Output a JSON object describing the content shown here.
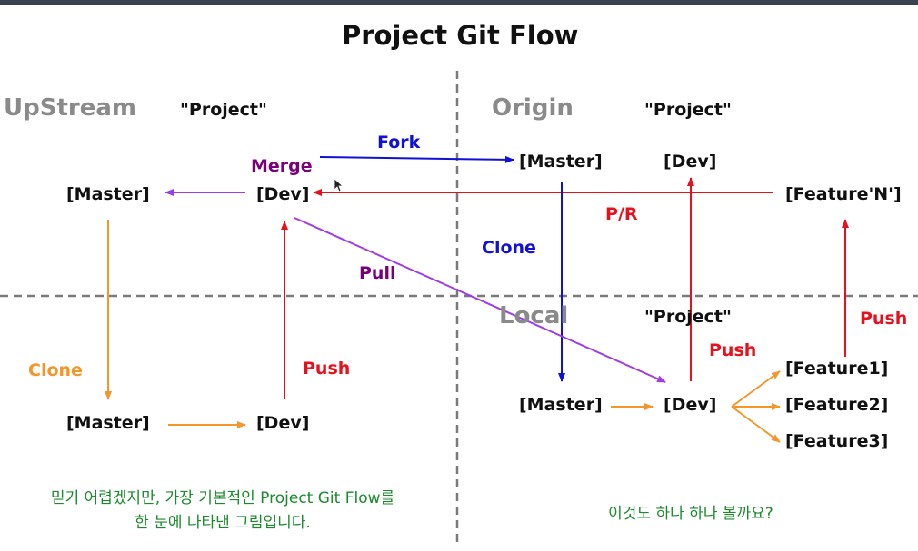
{
  "title": "Project Git Flow",
  "zones": {
    "upstream": "UpStream",
    "origin": "Origin",
    "local": "Local"
  },
  "project_labels": {
    "upstream": "\"Project\"",
    "origin": "\"Project\"",
    "local": "\"Project\""
  },
  "nodes": {
    "upstream_master": "[Master]",
    "upstream_dev": "[Dev]",
    "upstream_local_master": "[Master]",
    "upstream_local_dev": "[Dev]",
    "origin_master": "[Master]",
    "origin_dev": "[Dev]",
    "origin_feature_n": "[Feature'N']",
    "local_master": "[Master]",
    "local_dev": "[Dev]",
    "feature1": "[Feature1]",
    "feature2": "[Feature2]",
    "feature3": "[Feature3]"
  },
  "actions": {
    "fork": "Fork",
    "merge": "Merge",
    "pr": "P/R",
    "clone_origin": "Clone",
    "pull": "Pull",
    "clone_upstream": "Clone",
    "push_upstream": "Push",
    "push_local_dev": "Push",
    "push_feature": "Push"
  },
  "captions": {
    "left_line1": "믿기 어렵겠지만, 가장 기본적인 Project Git Flow를",
    "left_line2": "한 눈에 나타낸 그림입니다.",
    "right": "이것도 하나 하나 볼까요?"
  },
  "colors": {
    "fork": "#1010d8",
    "merge": "#7a007a",
    "merge_arrow": "#a03be8",
    "pr": "#e8101c",
    "clone_origin": "#1010d8",
    "pull": "#7a007a",
    "pull_arrow": "#a03be8",
    "clone_upstream": "#f4962a",
    "push": "#e8101c",
    "orange_arrow": "#f4962a",
    "caption": "#1a8a2c",
    "divider": "#7a7a7a",
    "zone_text": "#8a8a8a"
  }
}
